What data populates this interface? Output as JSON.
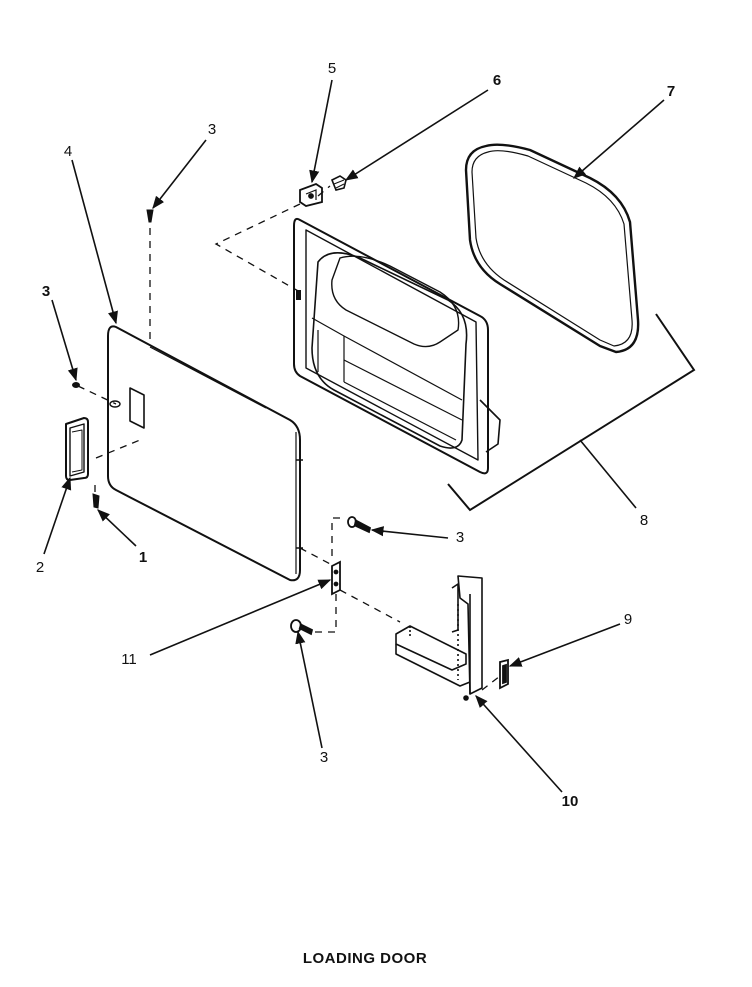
{
  "caption": "LOADING DOOR",
  "callouts": [
    {
      "id": "c5",
      "label": "5"
    },
    {
      "id": "c6",
      "label": "6"
    },
    {
      "id": "c7",
      "label": "7"
    },
    {
      "id": "c3a",
      "label": "3"
    },
    {
      "id": "c4",
      "label": "4"
    },
    {
      "id": "c3b",
      "label": "3"
    },
    {
      "id": "c2",
      "label": "2"
    },
    {
      "id": "c1",
      "label": "1"
    },
    {
      "id": "c3c",
      "label": "3"
    },
    {
      "id": "c8",
      "label": "8"
    },
    {
      "id": "c11",
      "label": "11"
    },
    {
      "id": "c9",
      "label": "9"
    },
    {
      "id": "c3d",
      "label": "3"
    },
    {
      "id": "c10",
      "label": "10"
    }
  ],
  "colors": {
    "ink": "#111111",
    "background": "#ffffff"
  }
}
